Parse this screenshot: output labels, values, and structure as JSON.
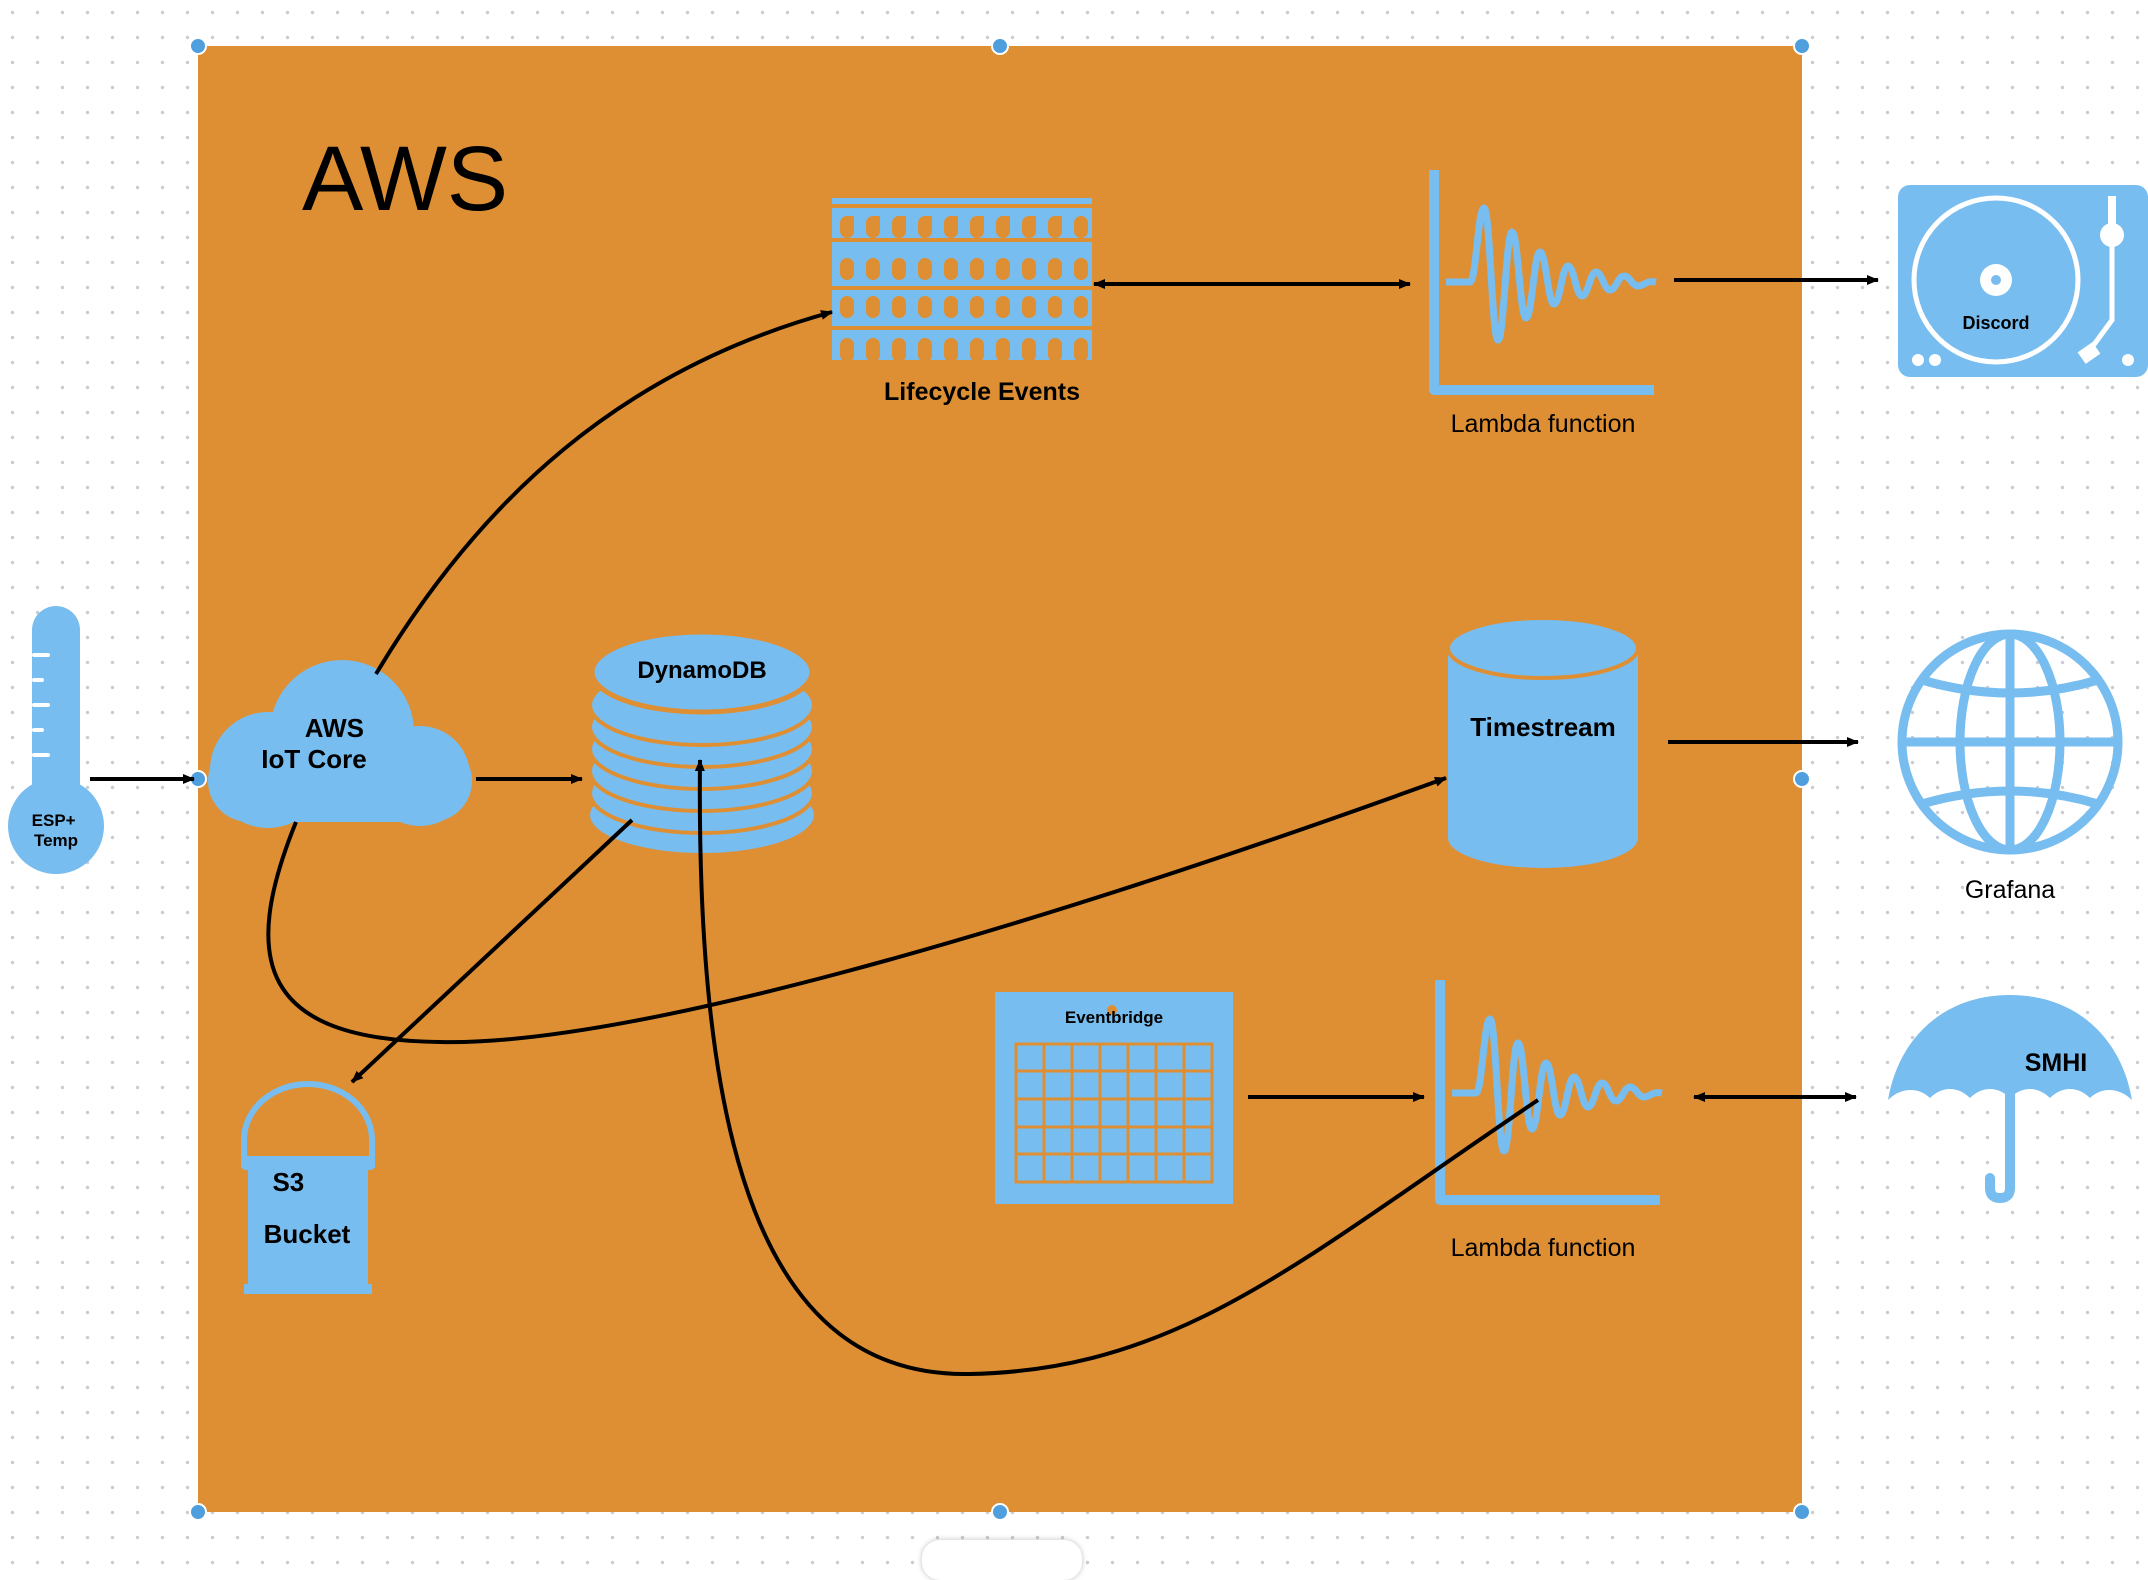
{
  "frame": {
    "title": "AWS",
    "fill": "#de8f33",
    "selection_color": "#4f9ede"
  },
  "icon_color": "#78bdef",
  "nodes": {
    "thermometer": {
      "icon": "thermometer-icon",
      "label": "ESP+\nTemp"
    },
    "iot_core": {
      "icon": "cloud-icon",
      "label": "AWS\nIoT Core"
    },
    "dynamodb": {
      "icon": "database-stack-icon",
      "label": "DynamoDB"
    },
    "lifecycle": {
      "icon": "colosseum-icon",
      "label": "Lifecycle Events"
    },
    "lambda_top": {
      "icon": "waveform-chart-icon",
      "label": "Lambda function"
    },
    "discord": {
      "icon": "turntable-icon",
      "label": "Discord"
    },
    "timestream": {
      "icon": "cylinder-icon",
      "label": "Timestream"
    },
    "grafana": {
      "icon": "globe-icon",
      "label": "Grafana"
    },
    "eventbridge": {
      "icon": "calendar-icon",
      "label": "Eventbridge"
    },
    "lambda_bottom": {
      "icon": "waveform-chart-icon",
      "label": "Lambda function"
    },
    "smhi": {
      "icon": "umbrella-icon",
      "label": "SMHI"
    },
    "s3": {
      "icon": "paint-bucket-icon",
      "label": "S3\nBucket"
    }
  }
}
